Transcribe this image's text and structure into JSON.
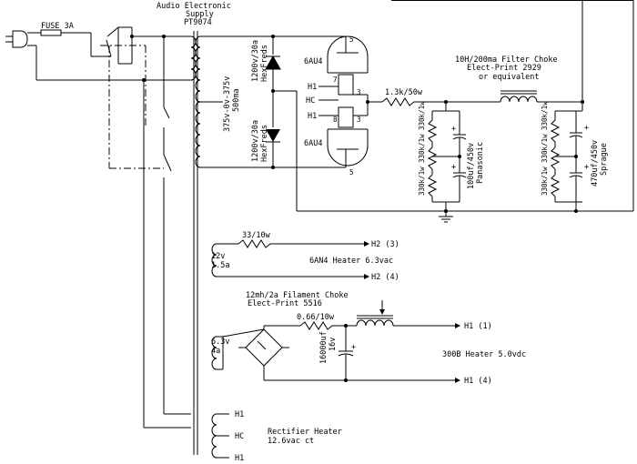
{
  "fuse": "FUSE 3A",
  "transformer_title": [
    "Audio Electronic",
    "Supply",
    "PT9074"
  ],
  "hv_secondary": [
    "375v-0v-375v",
    "500ma"
  ],
  "diode_upper": [
    "1200v/30a",
    "HexFreds"
  ],
  "diode_lower": [
    "1200v/30a",
    "HexFreds"
  ],
  "tube_upper": "6AU4",
  "tube_lower": "6AU4",
  "pins": {
    "p5": "5",
    "p7": "7",
    "p3": "3",
    "p8": "8"
  },
  "heater_h1": "H1",
  "heater_hc": "HC",
  "series_resistor": "1.3k/50w",
  "filter_choke": [
    "10H/200ma Filter Choke",
    "Elect-Print 2929",
    "or equivalent"
  ],
  "bleeder_left": [
    "330k/1w",
    "330k/1w",
    "330k/1w"
  ],
  "cap_left": [
    "100uf/450v",
    "Panasonic"
  ],
  "bleeder_right": [
    "330k/1w",
    "330k/1w",
    "330k/1w"
  ],
  "cap_right": [
    "470uf/450v",
    "Sprague"
  ],
  "h2_resistor": "33/10w",
  "h2_winding": [
    "12v",
    "1.5a"
  ],
  "h2_top": "H2 (3)",
  "h2_bottom": "H2 (4)",
  "h2_label": "6AN4 Heater 6.3vac",
  "filament_choke": [
    "12mh/2a Filament Choke",
    "Elect-Print 5516"
  ],
  "h1_resistor": "0.66/10w",
  "h1_winding": [
    "6.3v",
    "4a"
  ],
  "h1_cap": [
    "16000uf",
    "16v"
  ],
  "h1_top": "H1 (1)",
  "h1_bottom": "H1 (4)",
  "h1_label": "300B Heater 5.0vdc",
  "rect_heater_pins": [
    "H1",
    "HC",
    "H1"
  ],
  "rect_heater_label": [
    "Rectifier Heater",
    "12.6vac ct"
  ],
  "cap_polarity": "+"
}
